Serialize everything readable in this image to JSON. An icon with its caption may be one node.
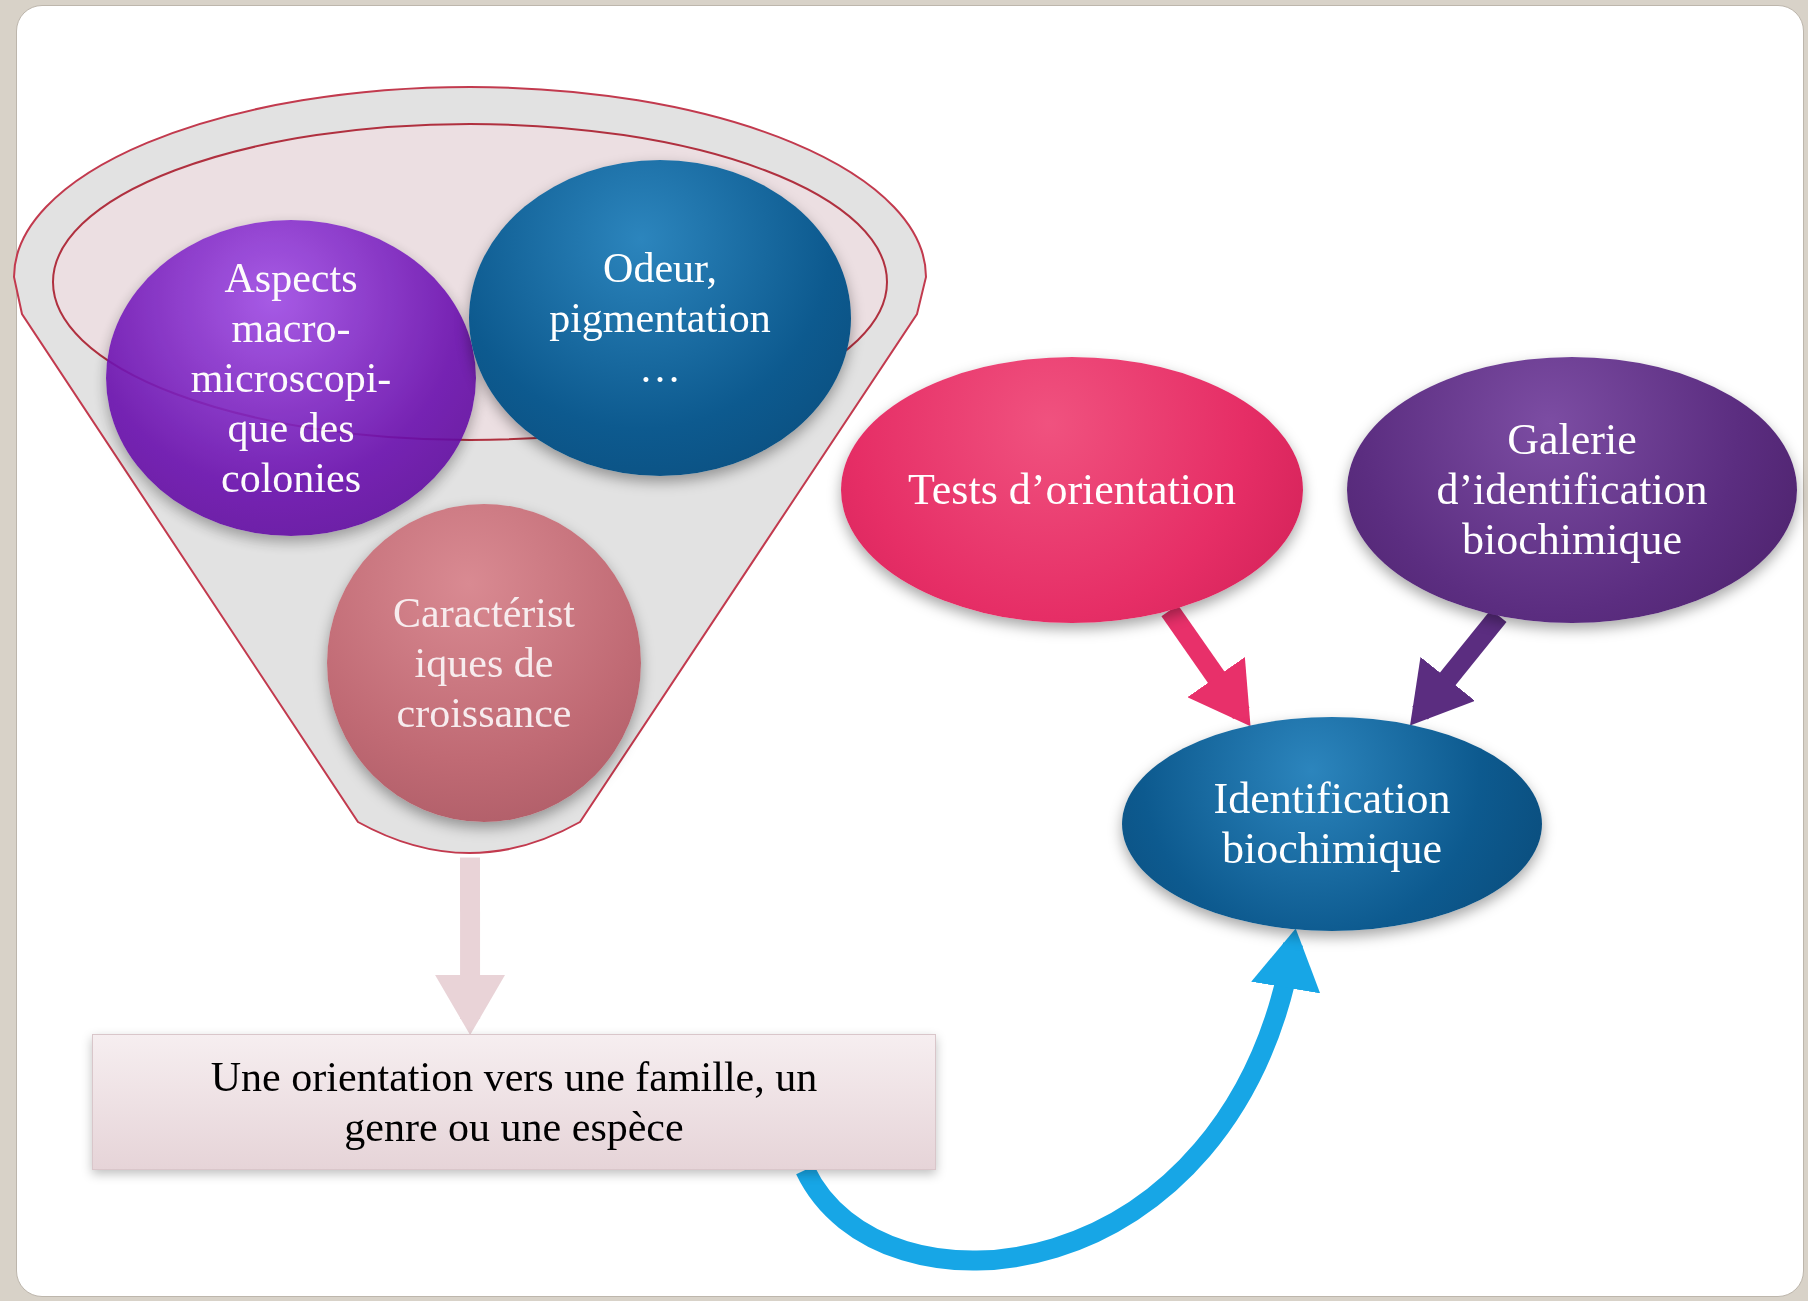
{
  "diagram": {
    "nodes": [
      {
        "text": [],
        "shape": "funnel"
      },
      {
        "text": [
          "Aspects macro- microscopi- que des colonies"
        ],
        "in": 0
      },
      {
        "text": [
          "Odeur, pigmentation …"
        ],
        "in": 0
      },
      {
        "text": [
          "Caractérist iques de croissance"
        ],
        "in": 0
      },
      {
        "text": [
          "Une orientation vers une famille, un genre ou une espèce"
        ]
      },
      {
        "text": [
          "Tests d’orientation"
        ]
      },
      {
        "text": [
          "Galerie d’identification biochimique"
        ]
      },
      {
        "text": [
          "Identification biochimique"
        ]
      }
    ],
    "edges": [
      {
        "from": 0,
        "to": 4,
        "arrow": "to",
        "color": "#e9d3d7"
      },
      {
        "from": 4,
        "to": 7,
        "arrow": "to",
        "color": "#17a6e6"
      },
      {
        "from": 5,
        "to": 7,
        "arrow": "to",
        "color": "#e8306a"
      },
      {
        "from": 6,
        "to": 7,
        "arrow": "to",
        "color": "#5b2d80"
      }
    ]
  }
}
